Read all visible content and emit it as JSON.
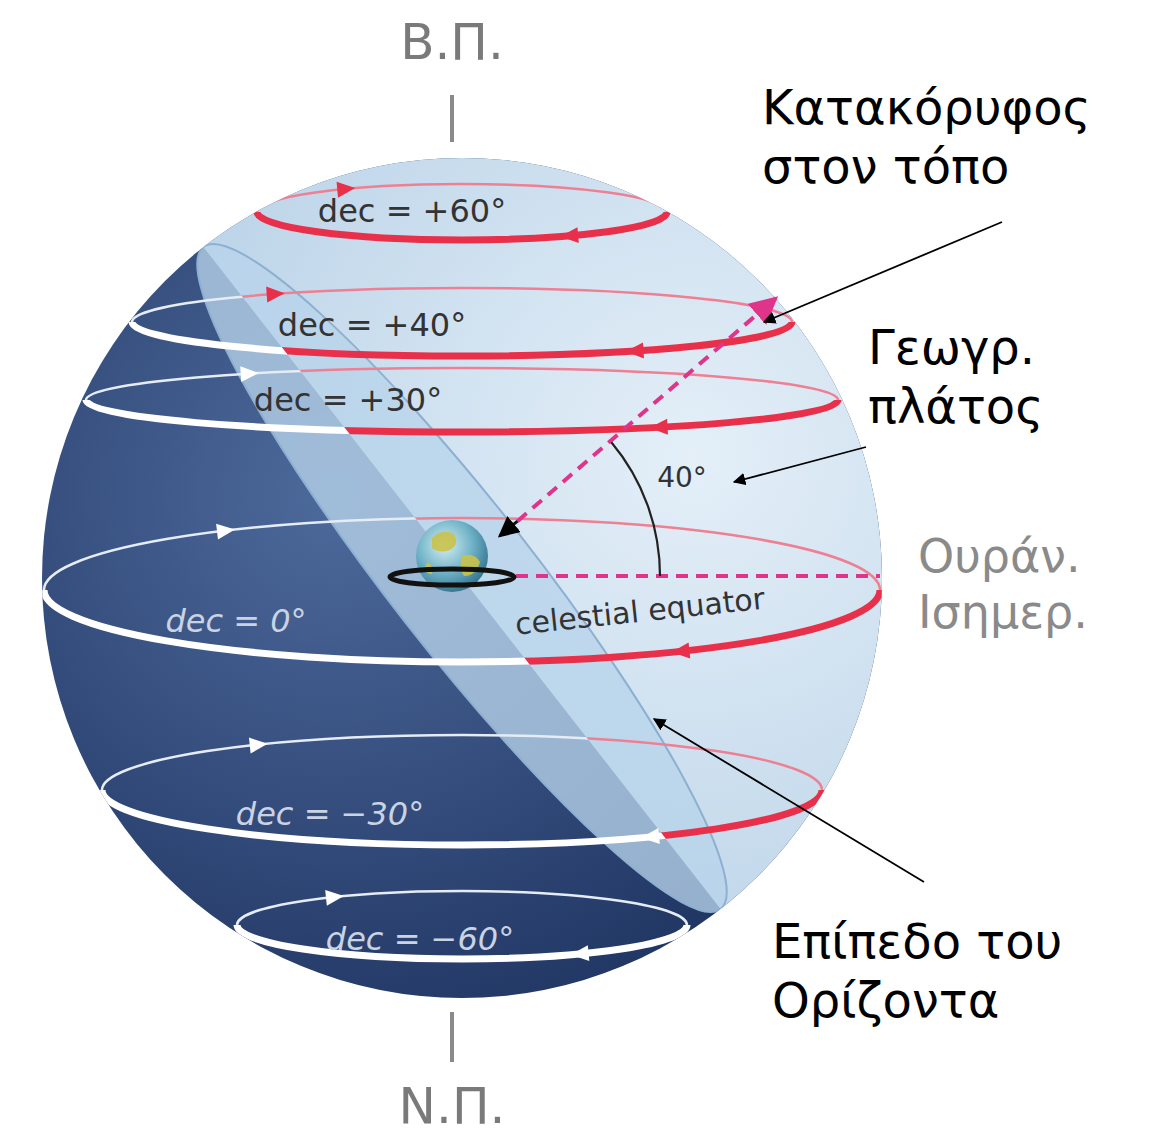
{
  "diagram": {
    "labels": [
      "Β.Π.",
      "Κατακόρυφος στον τόπο",
      "dec = +60°",
      "dec = +40°",
      "Γεωγρ. πλάτος",
      "dec = +30°",
      "40°",
      "Ουράν. Ισημερ.",
      "dec = 0°",
      "celestial equator",
      "dec = −30°",
      "Επίπεδο του Ορίζοντα",
      "dec = −60°",
      "Ν.Π."
    ]
  }
}
